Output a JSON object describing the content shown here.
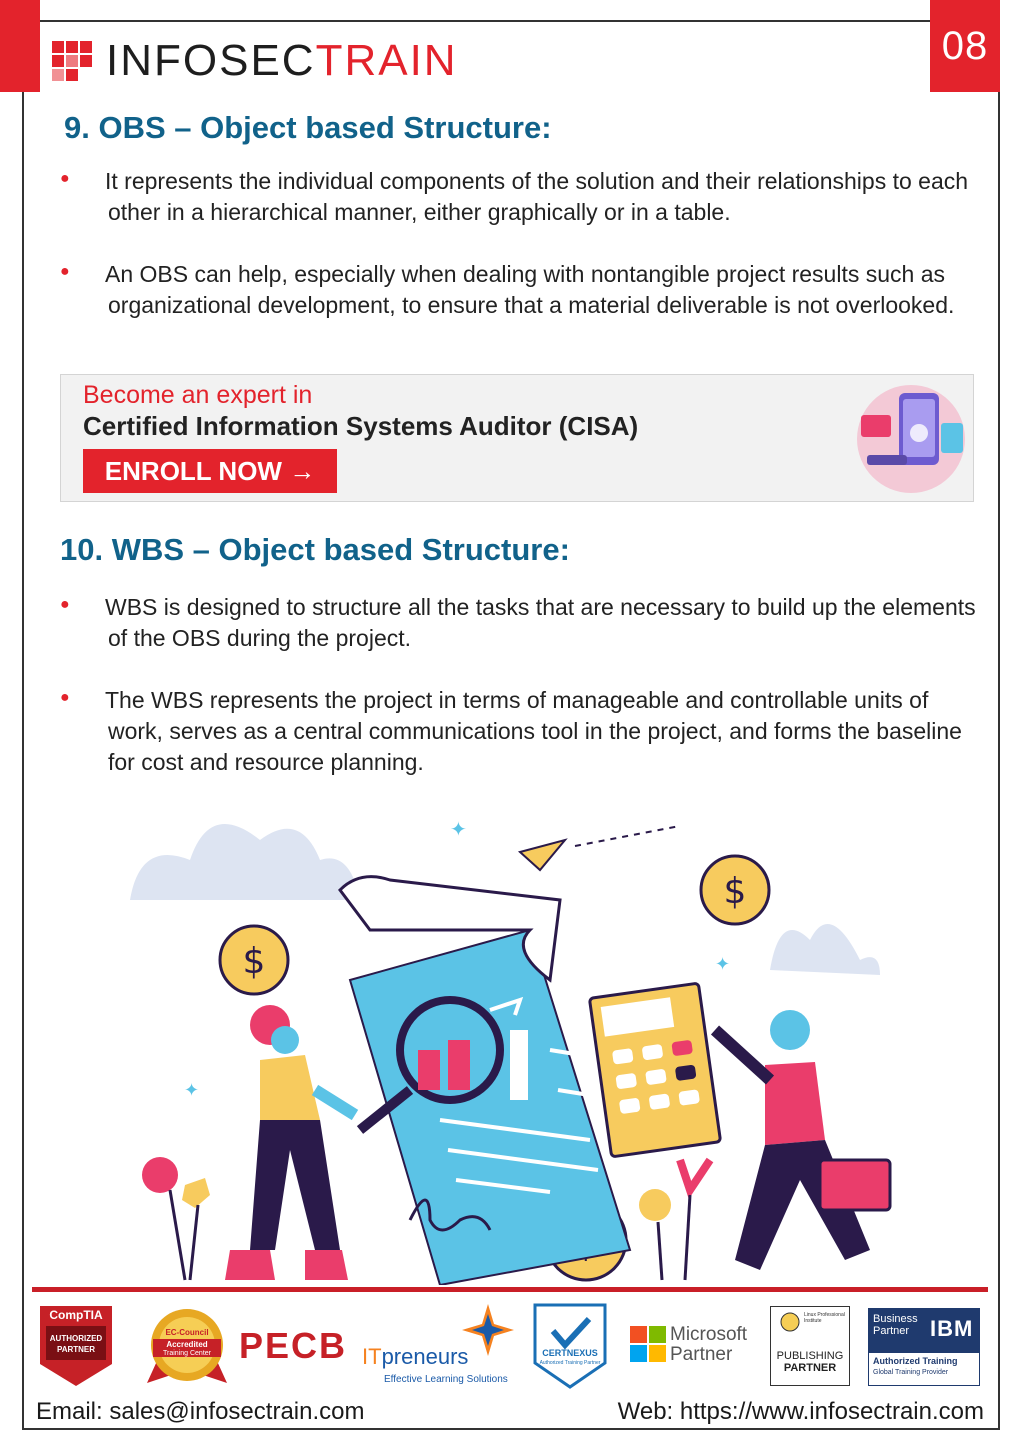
{
  "header": {
    "brand_main": "INFOSEC",
    "brand_accent": "TRAIN",
    "page_number": "08"
  },
  "section9": {
    "title": "9. OBS – Object based Structure:",
    "bullets": [
      "It represents the individual components of the solution and their relationships to each other in a hierarchical manner, either graphically or in a table.",
      "An OBS can help, especially when dealing with nontangible project results such as organizational development, to ensure that a material deliverable is not overlooked."
    ]
  },
  "banner": {
    "kicker": "Become an expert in",
    "course": "Certified Information Systems Auditor (CISA)",
    "cta": "ENROLL NOW →"
  },
  "section10": {
    "title": "10. WBS – Object based Structure:",
    "bullets": [
      "WBS is designed to structure all the tasks that are necessary to build up the elements of the OBS during the project.",
      "The WBS represents the project in terms of manageable and controllable units of work, serves as a central communications tool in the project, and forms the baseline for cost and resource planning."
    ]
  },
  "partners": {
    "comptia": {
      "name": "CompTIA",
      "line1": "AUTHORIZED",
      "line2": "PARTNER"
    },
    "eccouncil": {
      "name": "EC-Council",
      "line1": "Accredited",
      "line2": "Training Center"
    },
    "pecb": "PECB",
    "itpreneurs": {
      "name_it": "IT",
      "name_rest": "preneurs",
      "tagline": "Effective Learning Solutions"
    },
    "certnexus": {
      "name": "CERTNEXUS",
      "tagline": "Authorized Training Partner"
    },
    "microsoft": {
      "line1": "Microsoft",
      "line2": "Partner"
    },
    "lpi": {
      "org": "Linux Professional Institute",
      "line1": "PUBLISHING",
      "line2": "PARTNER"
    },
    "ibm": {
      "line1": "Business",
      "line2": "Partner",
      "logo": "IBM",
      "sub1": "Authorized Training",
      "sub2": "Global Training Provider"
    }
  },
  "footer": {
    "email": "Email: sales@infosectrain.com",
    "web": "Web: https://www.infosectrain.com"
  },
  "colors": {
    "brand_red": "#e3232c",
    "heading_blue": "#11628a",
    "illus_blue": "#5bc3e6",
    "illus_yellow": "#f7cb5e",
    "illus_pink": "#ea3d6b",
    "illus_navy": "#2a1a4a"
  }
}
